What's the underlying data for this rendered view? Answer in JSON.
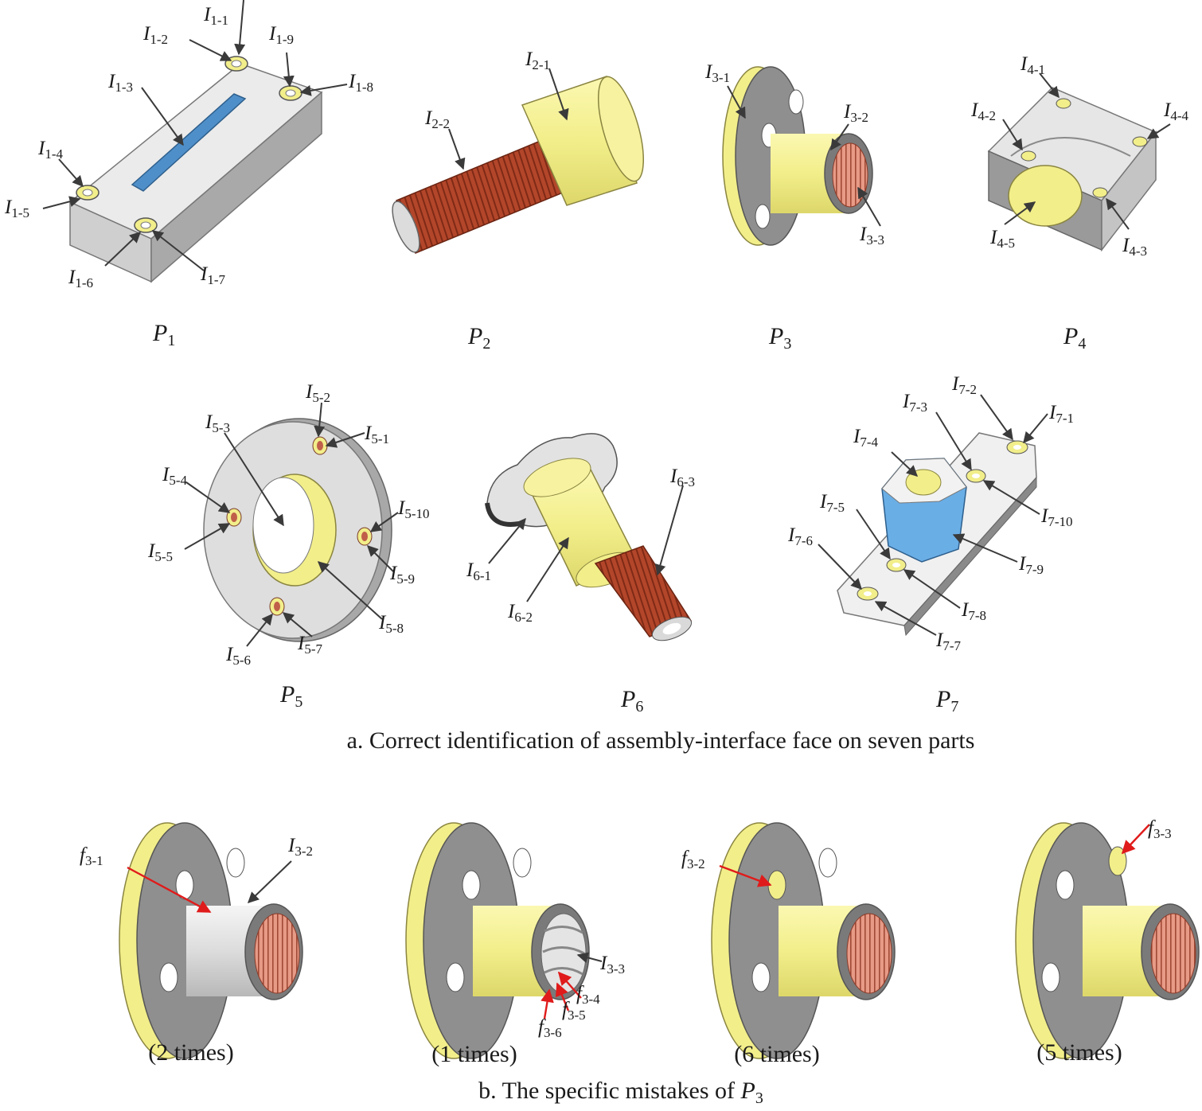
{
  "colors": {
    "interface_yellow": "#f2ee8a",
    "thread_red": "#b3462a",
    "slot_blue": "#4f8fc9",
    "body_grey": "#d9d9d9",
    "dark_grey": "#6b6b6b",
    "mistake_arrow": "#e01b1b"
  },
  "captions": {
    "a": "a. Correct identification of assembly-interface face on seven parts",
    "b_prefix": "b. The specific mistakes of ",
    "b_part_italic": "P",
    "b_part_sub": "3"
  },
  "parts": [
    {
      "id": "P1",
      "letter": "P",
      "sub": "1"
    },
    {
      "id": "P2",
      "letter": "P",
      "sub": "2"
    },
    {
      "id": "P3",
      "letter": "P",
      "sub": "3"
    },
    {
      "id": "P4",
      "letter": "P",
      "sub": "4"
    },
    {
      "id": "P5",
      "letter": "P",
      "sub": "5"
    },
    {
      "id": "P6",
      "letter": "P",
      "sub": "6"
    },
    {
      "id": "P7",
      "letter": "P",
      "sub": "7"
    }
  ],
  "interface_labels": {
    "p1": [
      {
        "id": "i1-1",
        "letter": "I",
        "sub": "1-1"
      },
      {
        "id": "i1-2",
        "letter": "I",
        "sub": "1-2"
      },
      {
        "id": "i1-3",
        "letter": "I",
        "sub": "1-3"
      },
      {
        "id": "i1-4",
        "letter": "I",
        "sub": "1-4"
      },
      {
        "id": "i1-5",
        "letter": "I",
        "sub": "1-5"
      },
      {
        "id": "i1-6",
        "letter": "I",
        "sub": "1-6"
      },
      {
        "id": "i1-7",
        "letter": "I",
        "sub": "1-7"
      },
      {
        "id": "i1-8",
        "letter": "I",
        "sub": "1-8"
      },
      {
        "id": "i1-9",
        "letter": "I",
        "sub": "1-9"
      }
    ],
    "p2": [
      {
        "id": "i2-1",
        "letter": "I",
        "sub": "2-1"
      },
      {
        "id": "i2-2",
        "letter": "I",
        "sub": "2-2"
      }
    ],
    "p3": [
      {
        "id": "i3-1",
        "letter": "I",
        "sub": "3-1"
      },
      {
        "id": "i3-2",
        "letter": "I",
        "sub": "3-2"
      },
      {
        "id": "i3-3",
        "letter": "I",
        "sub": "3-3"
      }
    ],
    "p4": [
      {
        "id": "i4-1",
        "letter": "I",
        "sub": "4-1"
      },
      {
        "id": "i4-2",
        "letter": "I",
        "sub": "4-2"
      },
      {
        "id": "i4-3",
        "letter": "I",
        "sub": "4-3"
      },
      {
        "id": "i4-4",
        "letter": "I",
        "sub": "4-4"
      },
      {
        "id": "i4-5",
        "letter": "I",
        "sub": "4-5"
      }
    ],
    "p5": [
      {
        "id": "i5-1",
        "letter": "I",
        "sub": "5-1"
      },
      {
        "id": "i5-2",
        "letter": "I",
        "sub": "5-2"
      },
      {
        "id": "i5-3",
        "letter": "I",
        "sub": "5-3"
      },
      {
        "id": "i5-4",
        "letter": "I",
        "sub": "5-4"
      },
      {
        "id": "i5-5",
        "letter": "I",
        "sub": "5-5"
      },
      {
        "id": "i5-6",
        "letter": "I",
        "sub": "5-6"
      },
      {
        "id": "i5-7",
        "letter": "I",
        "sub": "5-7"
      },
      {
        "id": "i5-8",
        "letter": "I",
        "sub": "5-8"
      },
      {
        "id": "i5-9",
        "letter": "I",
        "sub": "5-9"
      },
      {
        "id": "i5-10",
        "letter": "I",
        "sub": "5-10"
      }
    ],
    "p6": [
      {
        "id": "i6-1",
        "letter": "I",
        "sub": "6-1"
      },
      {
        "id": "i6-2",
        "letter": "I",
        "sub": "6-2"
      },
      {
        "id": "i6-3",
        "letter": "I",
        "sub": "6-3"
      }
    ],
    "p7": [
      {
        "id": "i7-1",
        "letter": "I",
        "sub": "7-1"
      },
      {
        "id": "i7-2",
        "letter": "I",
        "sub": "7-2"
      },
      {
        "id": "i7-3",
        "letter": "I",
        "sub": "7-3"
      },
      {
        "id": "i7-4",
        "letter": "I",
        "sub": "7-4"
      },
      {
        "id": "i7-5",
        "letter": "I",
        "sub": "7-5"
      },
      {
        "id": "i7-6",
        "letter": "I",
        "sub": "7-6"
      },
      {
        "id": "i7-7",
        "letter": "I",
        "sub": "7-7"
      },
      {
        "id": "i7-8",
        "letter": "I",
        "sub": "7-8"
      },
      {
        "id": "i7-9",
        "letter": "I",
        "sub": "7-9"
      },
      {
        "id": "i7-10",
        "letter": "I",
        "sub": "7-10"
      }
    ]
  },
  "mistakes": [
    {
      "count": "(2 times)",
      "labels": [
        {
          "id": "f3-1",
          "letter": "f",
          "sub": "3-1"
        },
        {
          "id": "m-i3-2",
          "letter": "I",
          "sub": "3-2"
        }
      ]
    },
    {
      "count": "(1 times)",
      "labels": [
        {
          "id": "m-i3-3",
          "letter": "I",
          "sub": "3-3"
        },
        {
          "id": "f3-4",
          "letter": "f",
          "sub": "3-4"
        },
        {
          "id": "f3-5",
          "letter": "f",
          "sub": "3-5"
        },
        {
          "id": "f3-6",
          "letter": "f",
          "sub": "3-6"
        }
      ]
    },
    {
      "count": "(6 times)",
      "labels": [
        {
          "id": "f3-2",
          "letter": "f",
          "sub": "3-2"
        }
      ]
    },
    {
      "count": "(5 times)",
      "labels": [
        {
          "id": "f3-3",
          "letter": "f",
          "sub": "3-3"
        }
      ]
    }
  ]
}
